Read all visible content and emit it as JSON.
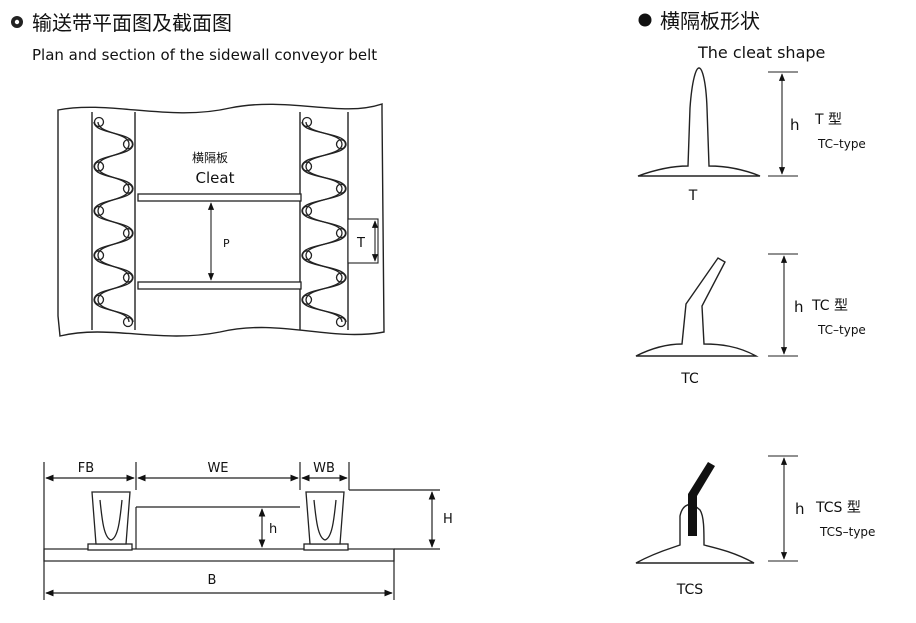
{
  "plan": {
    "title_cn": "输送带平面图及截面图",
    "title_en": "Plan and section of the sidewall conveyor belt",
    "cleat_cn": "横隔板",
    "cleat_en": "Cleat",
    "pitch_label": "P",
    "sidewall_pitch_label": "T"
  },
  "section": {
    "fb": "FB",
    "we": "WE",
    "wb": "WB",
    "cleat_height": "h",
    "sidewall_height": "H",
    "belt_width": "B"
  },
  "cleat_shape": {
    "title_cn": "横隔板形状",
    "title_en": "The cleat shape",
    "types": [
      {
        "height_label": "h",
        "type_cn": "T 型",
        "type_en": "TC–type",
        "caption": "T"
      },
      {
        "height_label": "h",
        "type_cn": "TC 型",
        "type_en": "TC–type",
        "caption": "TC"
      },
      {
        "height_label": "h",
        "type_cn": "TCS 型",
        "type_en": "TCS–type",
        "caption": "TCS"
      }
    ]
  }
}
